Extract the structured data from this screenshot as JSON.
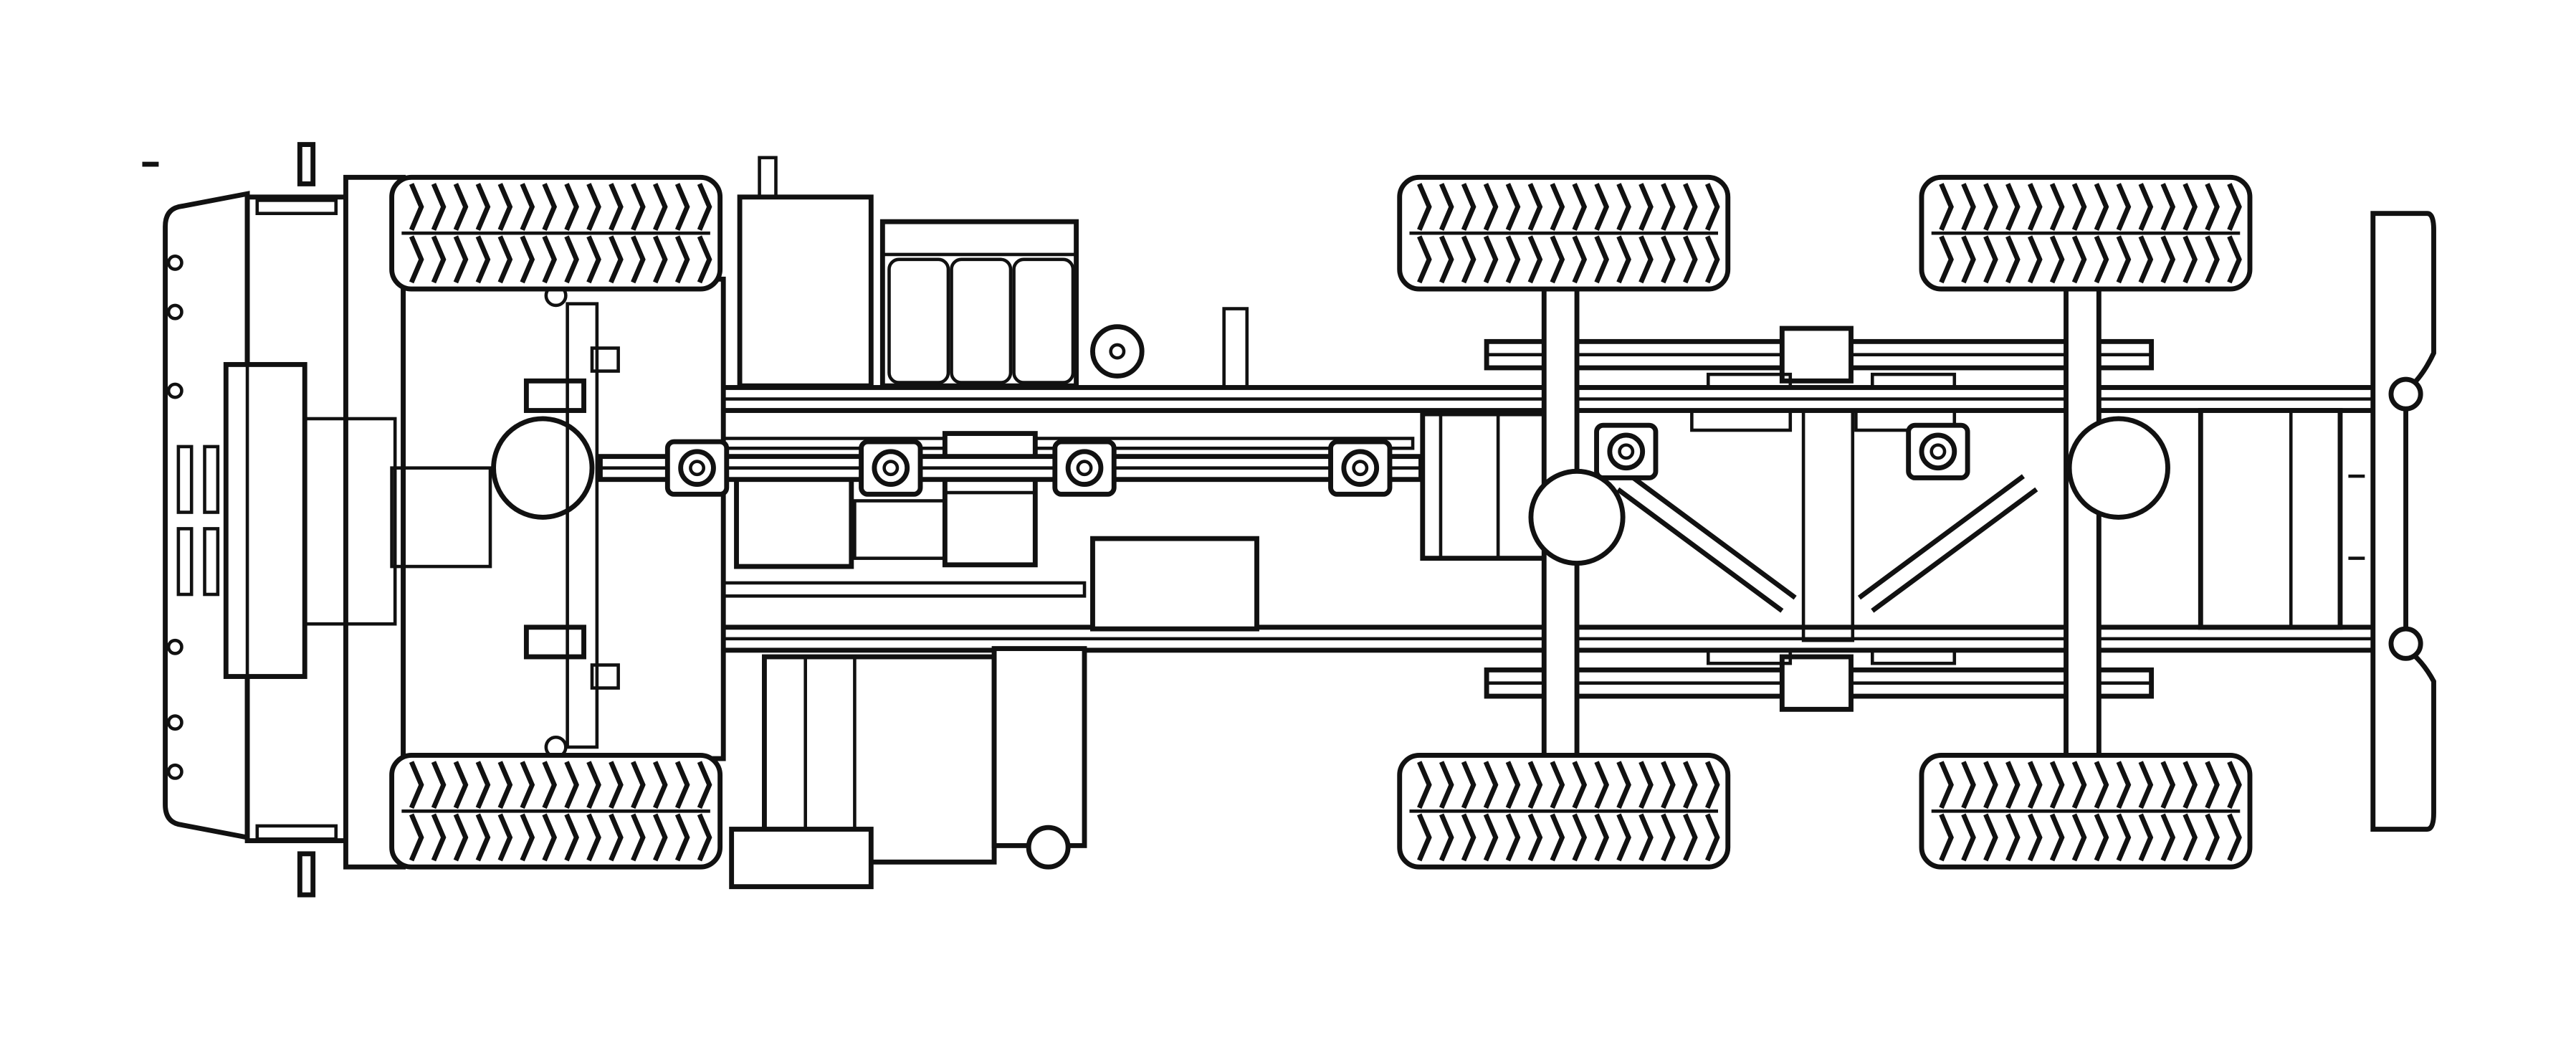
{
  "diagram": {
    "subject": "",
    "line_color": "#111111",
    "background": "#ffffff",
    "tires": [
      {
        "id": "front-left"
      },
      {
        "id": "front-right"
      },
      {
        "id": "middle-left"
      },
      {
        "id": "middle-right"
      },
      {
        "id": "rear-left"
      },
      {
        "id": "rear-right"
      }
    ],
    "u_joints": [
      {
        "id": "u-joint-1"
      },
      {
        "id": "u-joint-2"
      },
      {
        "id": "u-joint-3"
      },
      {
        "id": "u-joint-4"
      },
      {
        "id": "u-joint-5"
      },
      {
        "id": "u-joint-6"
      }
    ]
  }
}
